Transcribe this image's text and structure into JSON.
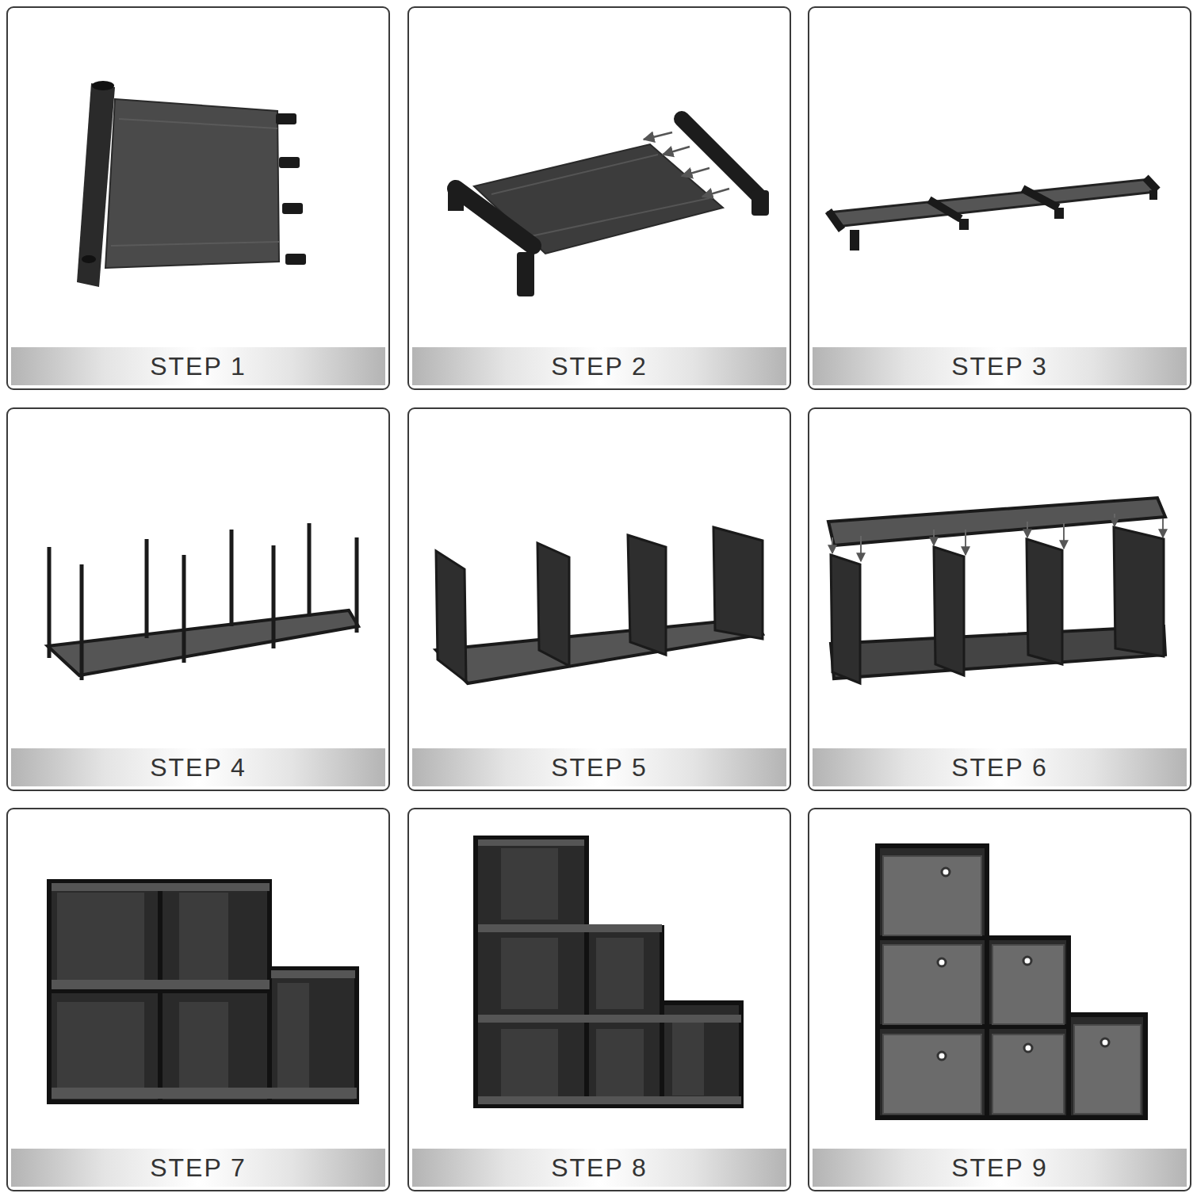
{
  "diagram": {
    "nodes": [
      {
        "text": [
          "STEP 1"
        ]
      },
      {
        "text": [
          "STEP 2"
        ]
      },
      {
        "text": [
          "STEP 3"
        ]
      },
      {
        "text": [
          "STEP 4"
        ]
      },
      {
        "text": [
          "STEP 5"
        ]
      },
      {
        "text": [
          "STEP 6"
        ]
      },
      {
        "text": [
          "STEP 7"
        ]
      },
      {
        "text": [
          "STEP 8"
        ]
      },
      {
        "text": [
          "STEP 9"
        ]
      }
    ]
  }
}
